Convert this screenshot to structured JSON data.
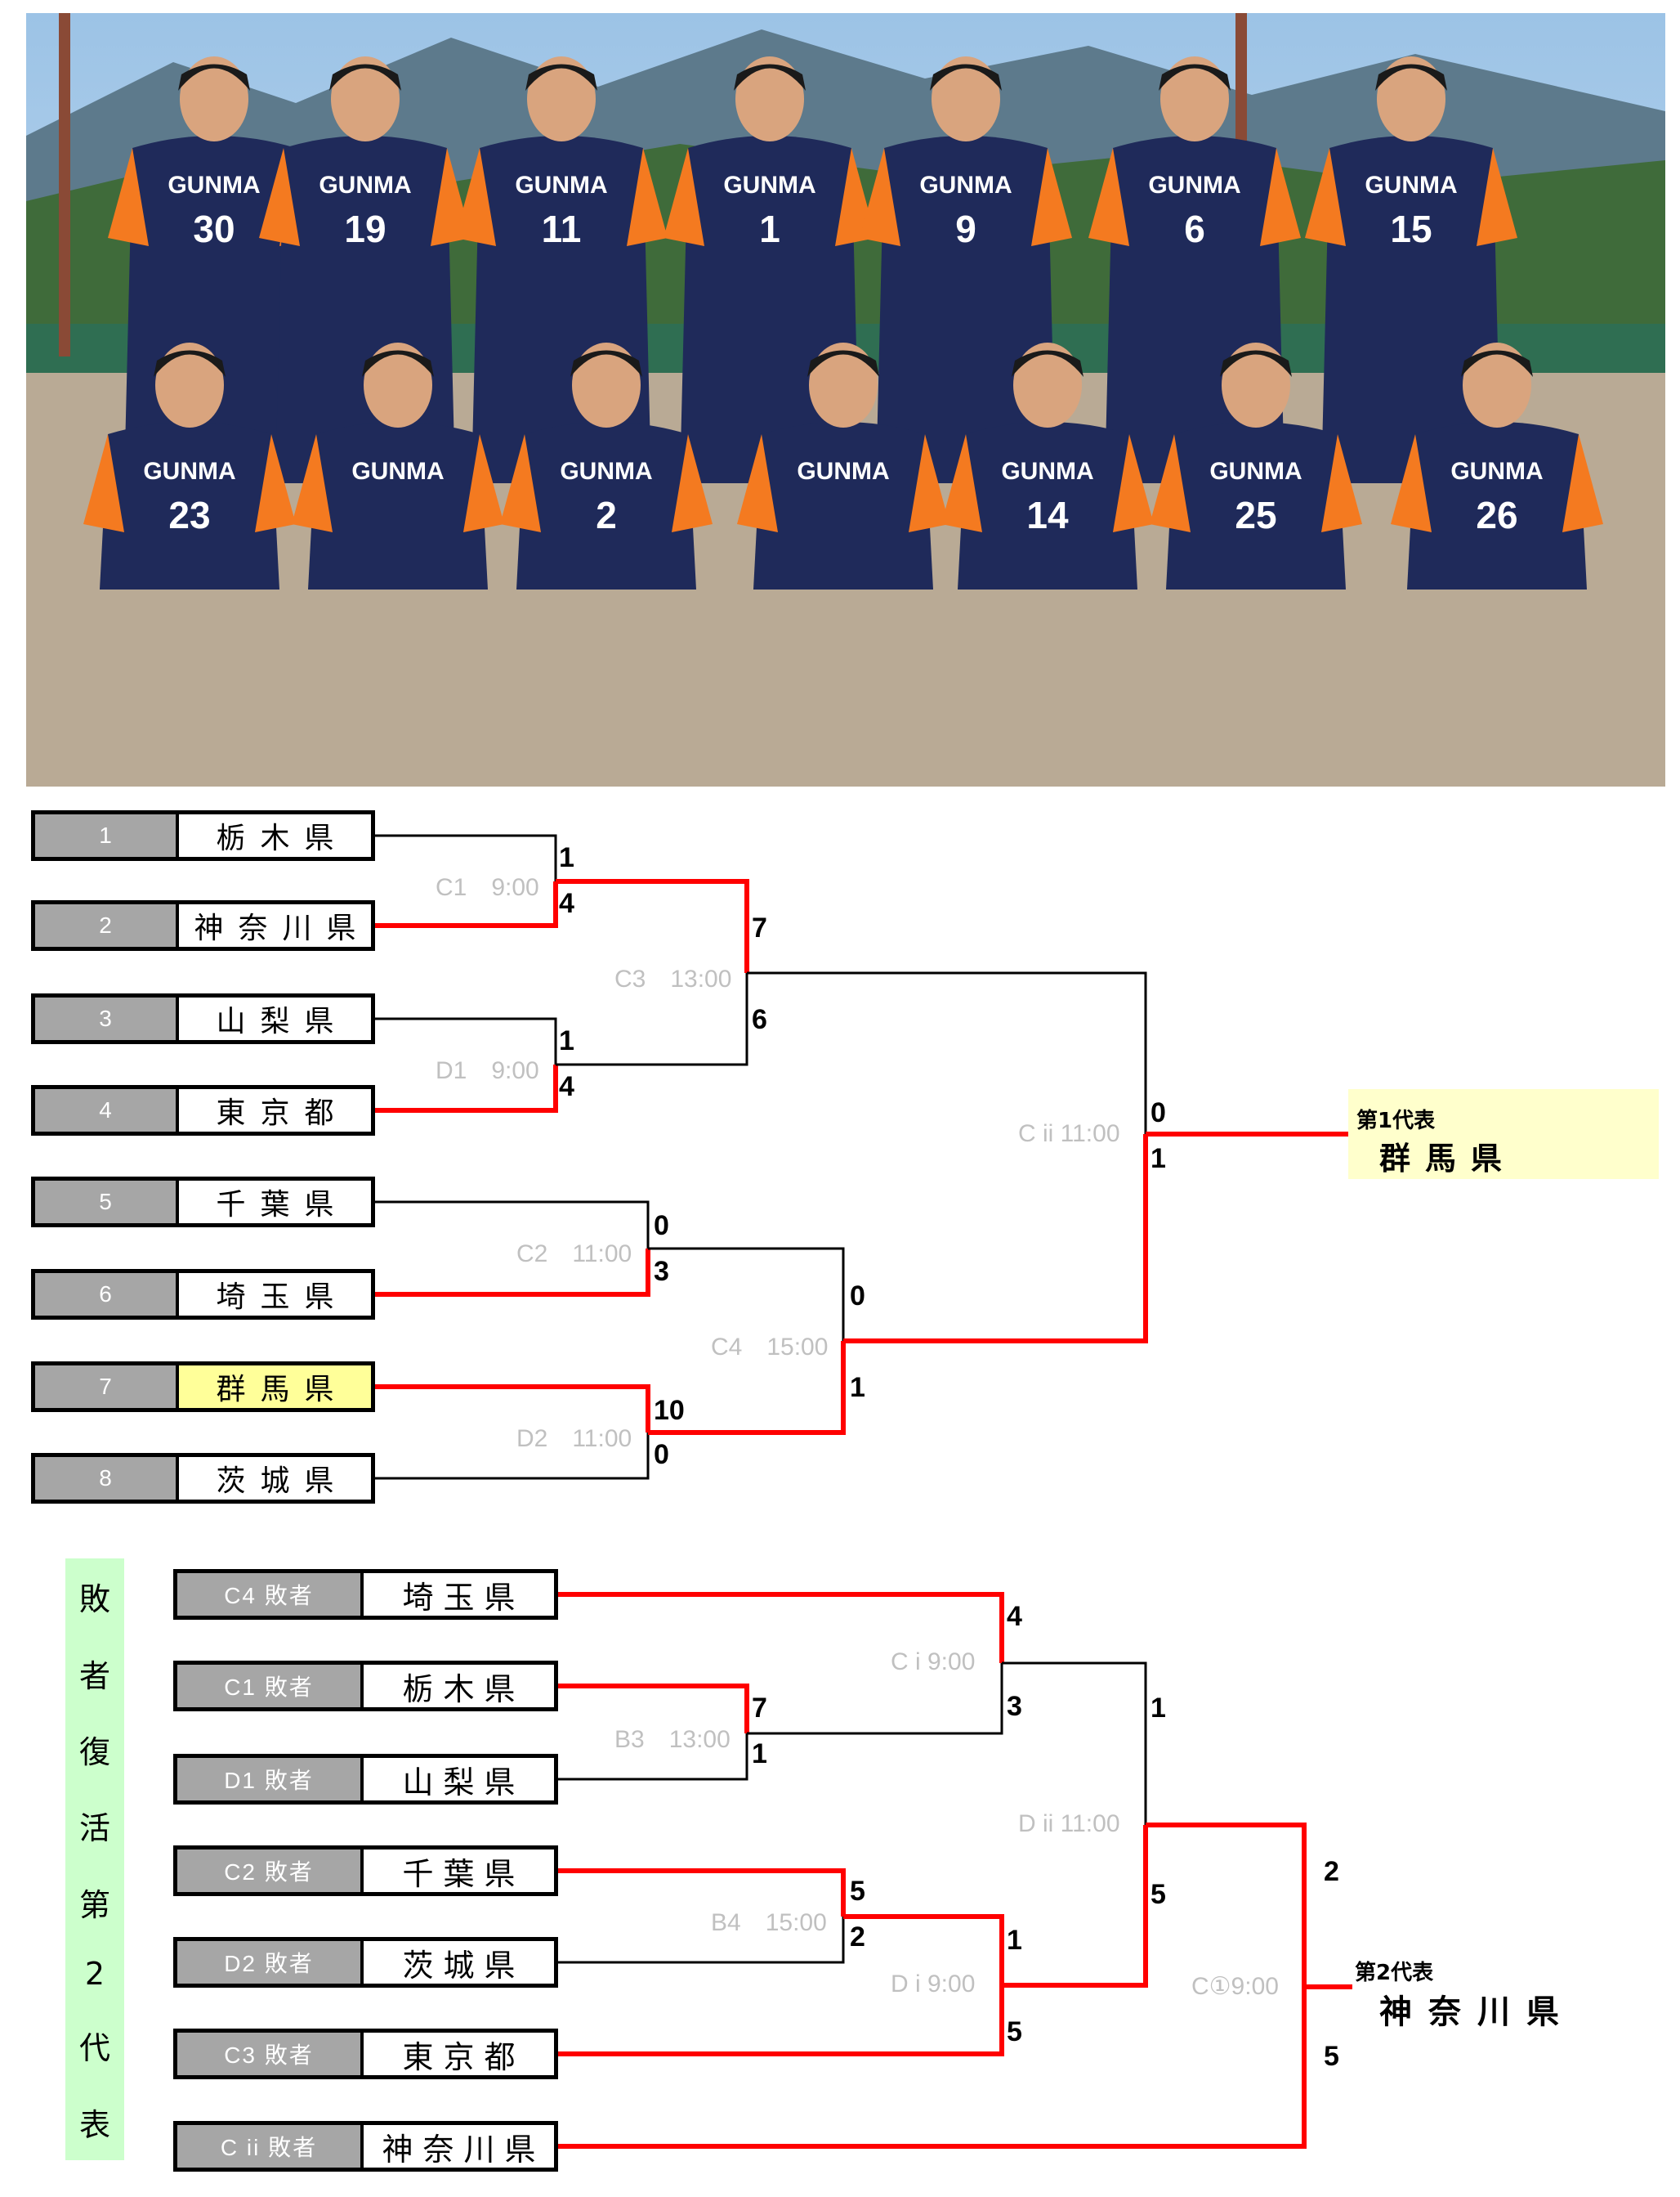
{
  "photo": {
    "alt_present": true,
    "jerseys_back": [
      "30",
      "19",
      "11",
      "1",
      "9",
      "6",
      "15"
    ],
    "jerseys_front": [
      "23",
      "",
      "2",
      "",
      "14",
      "25",
      "26"
    ],
    "team_text": "GUNMA"
  },
  "main_bracket": {
    "teams": [
      {
        "seed": "1",
        "name": "栃木県",
        "highlight": false
      },
      {
        "seed": "2",
        "name": "神奈川県",
        "highlight": false
      },
      {
        "seed": "3",
        "name": "山梨県",
        "highlight": false
      },
      {
        "seed": "4",
        "name": "東京都",
        "highlight": false
      },
      {
        "seed": "5",
        "name": "千葉県",
        "highlight": false
      },
      {
        "seed": "6",
        "name": "埼玉県",
        "highlight": false
      },
      {
        "seed": "7",
        "name": "群馬県",
        "highlight": true
      },
      {
        "seed": "8",
        "name": "茨城県",
        "highlight": false
      }
    ],
    "matches": [
      {
        "label": "C1　9:00",
        "scores": [
          "1",
          "4"
        ]
      },
      {
        "label": "D1　9:00",
        "scores": [
          "1",
          "4"
        ]
      },
      {
        "label": "C2　11:00",
        "scores": [
          "0",
          "3"
        ]
      },
      {
        "label": "D2　11:00",
        "scores": [
          "10",
          "0"
        ]
      },
      {
        "label": "C3　13:00",
        "scores": [
          "7",
          "6"
        ]
      },
      {
        "label": "C4　15:00",
        "scores": [
          "0",
          "1"
        ]
      },
      {
        "label": "C ii 11:00",
        "scores": [
          "0",
          "1"
        ]
      }
    ],
    "representative": {
      "label": "第1代表",
      "name": "群馬県"
    }
  },
  "repechage": {
    "side_title": [
      "敗",
      "者",
      "復",
      "活",
      "第",
      "2",
      "代",
      "表"
    ],
    "teams": [
      {
        "seed": "C4 敗者",
        "name": "埼玉県"
      },
      {
        "seed": "C1 敗者",
        "name": "栃木県"
      },
      {
        "seed": "D1 敗者",
        "name": "山梨県"
      },
      {
        "seed": "C2 敗者",
        "name": "千葉県"
      },
      {
        "seed": "D2 敗者",
        "name": "茨城県"
      },
      {
        "seed": "C3 敗者",
        "name": "東京都"
      },
      {
        "seed": "C ii 敗者",
        "name": "神奈川県"
      }
    ],
    "matches": [
      {
        "label": "C i 9:00",
        "scores": [
          "4",
          "3"
        ]
      },
      {
        "label": "B3　13:00",
        "scores": [
          "7",
          "1"
        ]
      },
      {
        "label": "B4　15:00",
        "scores": [
          "5",
          "2"
        ]
      },
      {
        "label": "D i 9:00",
        "scores": [
          "1",
          "5"
        ]
      },
      {
        "label": "D ii 11:00",
        "scores": [
          "1",
          "5"
        ]
      },
      {
        "label": "C①9:00",
        "scores": [
          "2",
          "5"
        ]
      }
    ],
    "representative": {
      "label": "第2代表",
      "name": "神奈川県"
    }
  },
  "colors": {
    "winner_line": "#ff0000",
    "loser_line": "#000000",
    "seed_bg": "#a6a6a6",
    "highlight": "#ffff99",
    "rep_bg": "#ffffcc",
    "side_bg": "#ccffcc",
    "label": "#c0c0c0"
  }
}
